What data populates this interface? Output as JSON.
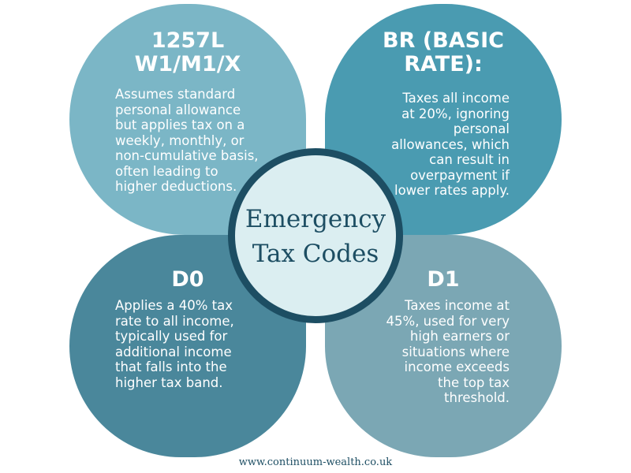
{
  "center": {
    "title_line1": "Emergency",
    "title_line2": "Tax Codes"
  },
  "quadrants": [
    {
      "title_line1": "1257L",
      "title_line2": "W1/M1/X",
      "body": [
        "Assumes standard",
        "personal allowance",
        "but applies tax on a",
        "weekly, monthly, or",
        "non-cumulative basis,",
        "often leading to",
        "higher deductions."
      ]
    },
    {
      "title_line1": "BR (BASIC",
      "title_line2": "RATE):",
      "body": [
        "Taxes all income",
        "at 20%, ignoring",
        "personal",
        "allowances, which",
        "can result in",
        "overpayment if",
        "lower rates apply."
      ]
    },
    {
      "title_line1": "D0",
      "body": [
        "Applies a 40% tax",
        "rate to all income,",
        "typically used for",
        "additional income",
        "that falls into the",
        "higher tax band."
      ]
    },
    {
      "title_line1": "D1",
      "body": [
        "Taxes income at",
        "45%, used for very",
        "high earners or",
        "situations where",
        "income exceeds",
        "the top tax",
        "threshold."
      ]
    }
  ],
  "footer": {
    "url": "www.continuum-wealth.co.uk"
  },
  "colors": {
    "top_left": "#7bb6c6",
    "top_right": "#4a9bb1",
    "bottom_left": "#4a879b",
    "bottom_right": "#7ba7b4",
    "center_ring": "#1d4e63",
    "center_fill": "#dbeef1",
    "center_text": "#1d4e63"
  }
}
